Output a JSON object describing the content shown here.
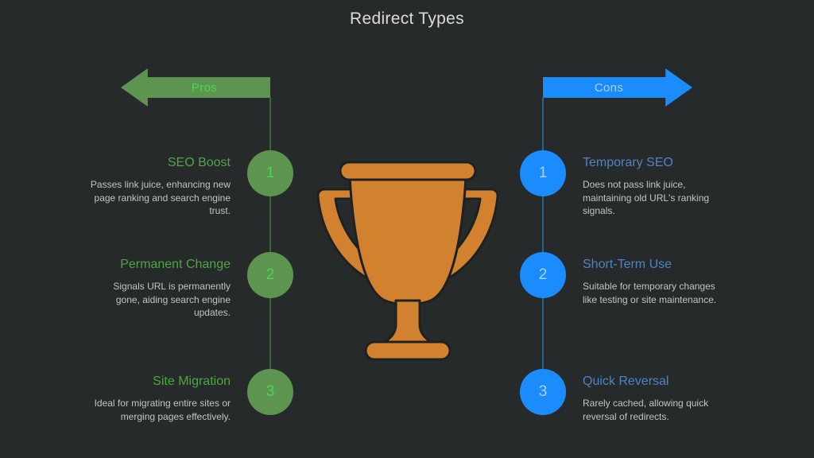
{
  "title": "Redirect Types",
  "colors": {
    "background": "#272a2b",
    "title_text": "#dcdcdc",
    "pros_arrow_fill": "#5d9450",
    "pros_arrow_text": "#49d84f",
    "pros_line": "#3f6538",
    "pros_circle_fill": "#5d9450",
    "pros_heading": "#4aa83f",
    "cons_arrow_fill": "#1a8cfd",
    "cons_arrow_text": "#a9d3fb",
    "cons_line": "#2a628f",
    "cons_circle_fill": "#1a8cfd",
    "cons_heading": "#4a85c6",
    "body_text": "#c3c3c3",
    "trophy": "#d2822f"
  },
  "left": {
    "banner_label": "Pros",
    "items": [
      {
        "number": "1",
        "heading": "SEO Boost",
        "body": "Passes link juice, enhancing new page ranking and search engine trust."
      },
      {
        "number": "2",
        "heading": "Permanent Change",
        "body": "Signals URL is permanently gone, aiding search engine updates."
      },
      {
        "number": "3",
        "heading": "Site Migration",
        "body": "Ideal for migrating entire sites or merging pages effectively."
      }
    ]
  },
  "right": {
    "banner_label": "Cons",
    "items": [
      {
        "number": "1",
        "heading": "Temporary SEO",
        "body": "Does not pass link juice, maintaining old URL's ranking signals."
      },
      {
        "number": "2",
        "heading": "Short-Term Use",
        "body": "Suitable for temporary changes like testing or site maintenance."
      },
      {
        "number": "3",
        "heading": "Quick Reversal",
        "body": "Rarely cached, allowing quick reversal of redirects."
      }
    ]
  },
  "center": {
    "icon": "trophy-icon"
  }
}
